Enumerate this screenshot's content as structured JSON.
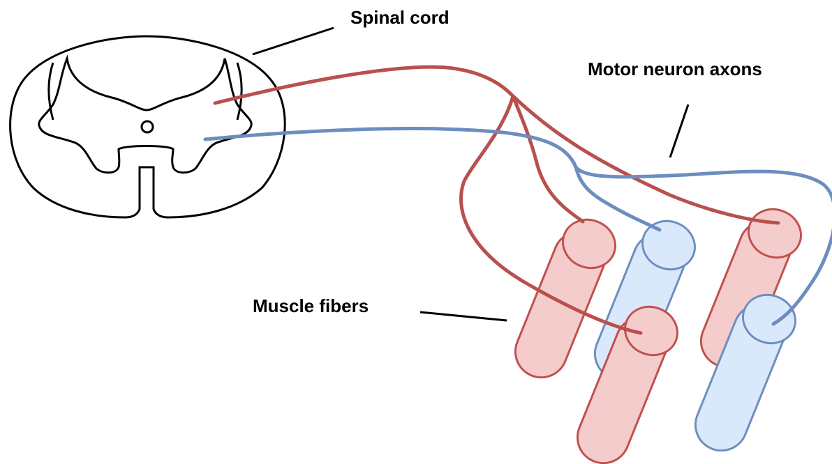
{
  "labels": {
    "spinal_cord": "Spinal cord",
    "motor_neuron_axons": "Motor neuron axons",
    "muscle_fibers": "Muscle fibers"
  },
  "colors": {
    "motor_unit_1": "#b9504d",
    "motor_unit_2": "#6c8ebf",
    "fiber_fill_1": "#f4cccc",
    "fiber_fill_2": "#dae8fc"
  }
}
